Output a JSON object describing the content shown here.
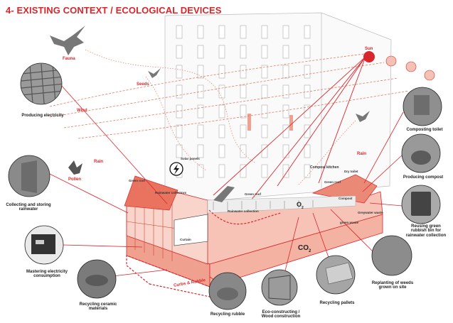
{
  "title": "4- EXISTING CONTEXT / ECOLOGICAL DEVICES",
  "colors": {
    "accent": "#d9262b",
    "light": "#f4b6a8",
    "line": "#444444"
  },
  "environment": {
    "fauna": "Fauna",
    "seeds": "Seeds",
    "wind": "Wind",
    "rain_left": "Rain",
    "pollen": "Pollen",
    "sun": "Sun",
    "rain_right": "Rain",
    "co2": "CO",
    "co2_sub": "2",
    "o2": "O",
    "o2_sub": "2"
  },
  "callouts": {
    "producing_electricity": "Producing electricity",
    "collecting_rainwater": "Collecting and storing rainwater",
    "mastering_electricity": "Mastering electricity consumption",
    "recycling_ceramic": "Recycling ceramic materials",
    "recycling_rubble": "Recycling rubble",
    "eco_constructing": "Eco-constructing / Wood construction",
    "recycling_pallets": "Recycling pallets",
    "replanting_weeds": "Replanting of weeds grown on site",
    "reusing_green_bin": "Reusing green rubbish bin for rainwater collection",
    "producing_compost": "Producing compost",
    "composting_toilet": "Composting toilet"
  },
  "building_labels": {
    "solar_panels": "Solar panels",
    "green_roof_left": "Green roof",
    "green_roof_mid": "Green roof",
    "green_roof_right": "Green roof",
    "rainwater_collectors": "Rainwater collectors",
    "rainwater_collection": "Rainwater collection",
    "compost_kitchen": "Compost kitchen",
    "dry_toilet": "Dry toilet",
    "compost": "Compost",
    "green_waste": "green waste",
    "greywater_waste": "Greywater waste",
    "curtain": "Curtain",
    "curbs_rubble": "Curbs & Rubble"
  }
}
